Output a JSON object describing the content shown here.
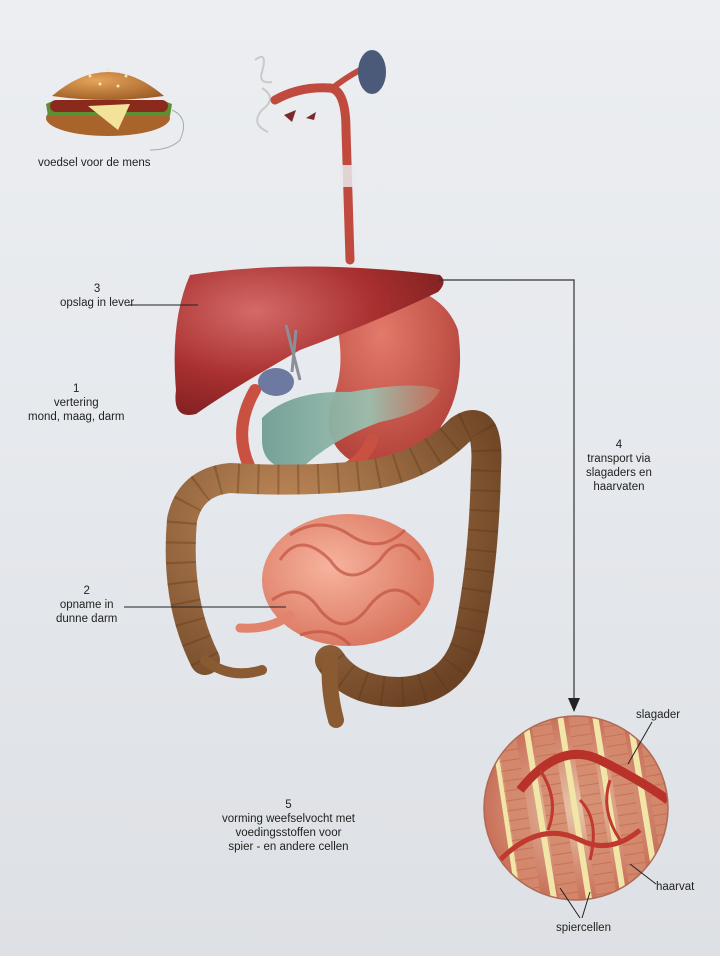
{
  "labels": {
    "food": "voedsel voor de mens",
    "step3": {
      "num": "3",
      "lines": [
        "opslag in lever"
      ]
    },
    "step1": {
      "num": "1",
      "lines": [
        "vertering",
        "mond, maag, darm"
      ]
    },
    "step2": {
      "num": "2",
      "lines": [
        "opname in",
        "dunne darm"
      ]
    },
    "step4": {
      "num": "4",
      "lines": [
        "transport via",
        "slagaders en",
        "haarvaten"
      ]
    },
    "step5": {
      "num": "5",
      "lines": [
        "vorming weefselvocht met",
        "voedingsstoffen voor",
        "spier - en andere cellen"
      ]
    },
    "slagader": "slagader",
    "haarvat": "haarvat",
    "spiercellen": "spiercellen"
  },
  "colors": {
    "liver": "#9e2d2f",
    "stomach": "#c84a40",
    "colon": "#8a5a33",
    "small_intestine": "#e8866f",
    "pancreas": "#7fa69a",
    "artery": "#b8322a"
  }
}
